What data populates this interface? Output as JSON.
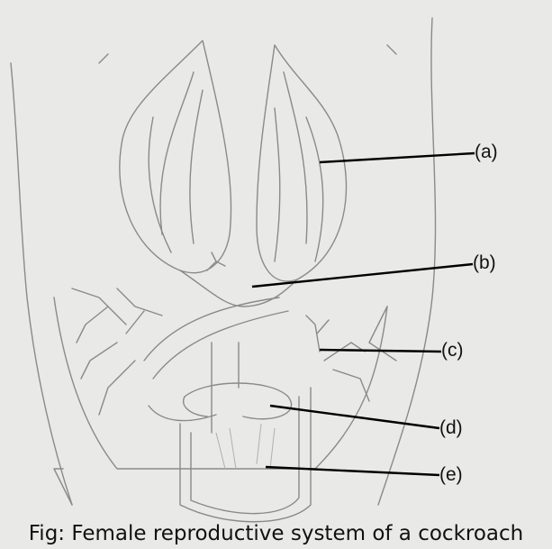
{
  "labels": {
    "a": "(a)",
    "b": "(b)",
    "c": "(c)",
    "d": "(d)",
    "e": "(e)"
  },
  "caption": "Fig: Female reproductive system of a cockroach"
}
